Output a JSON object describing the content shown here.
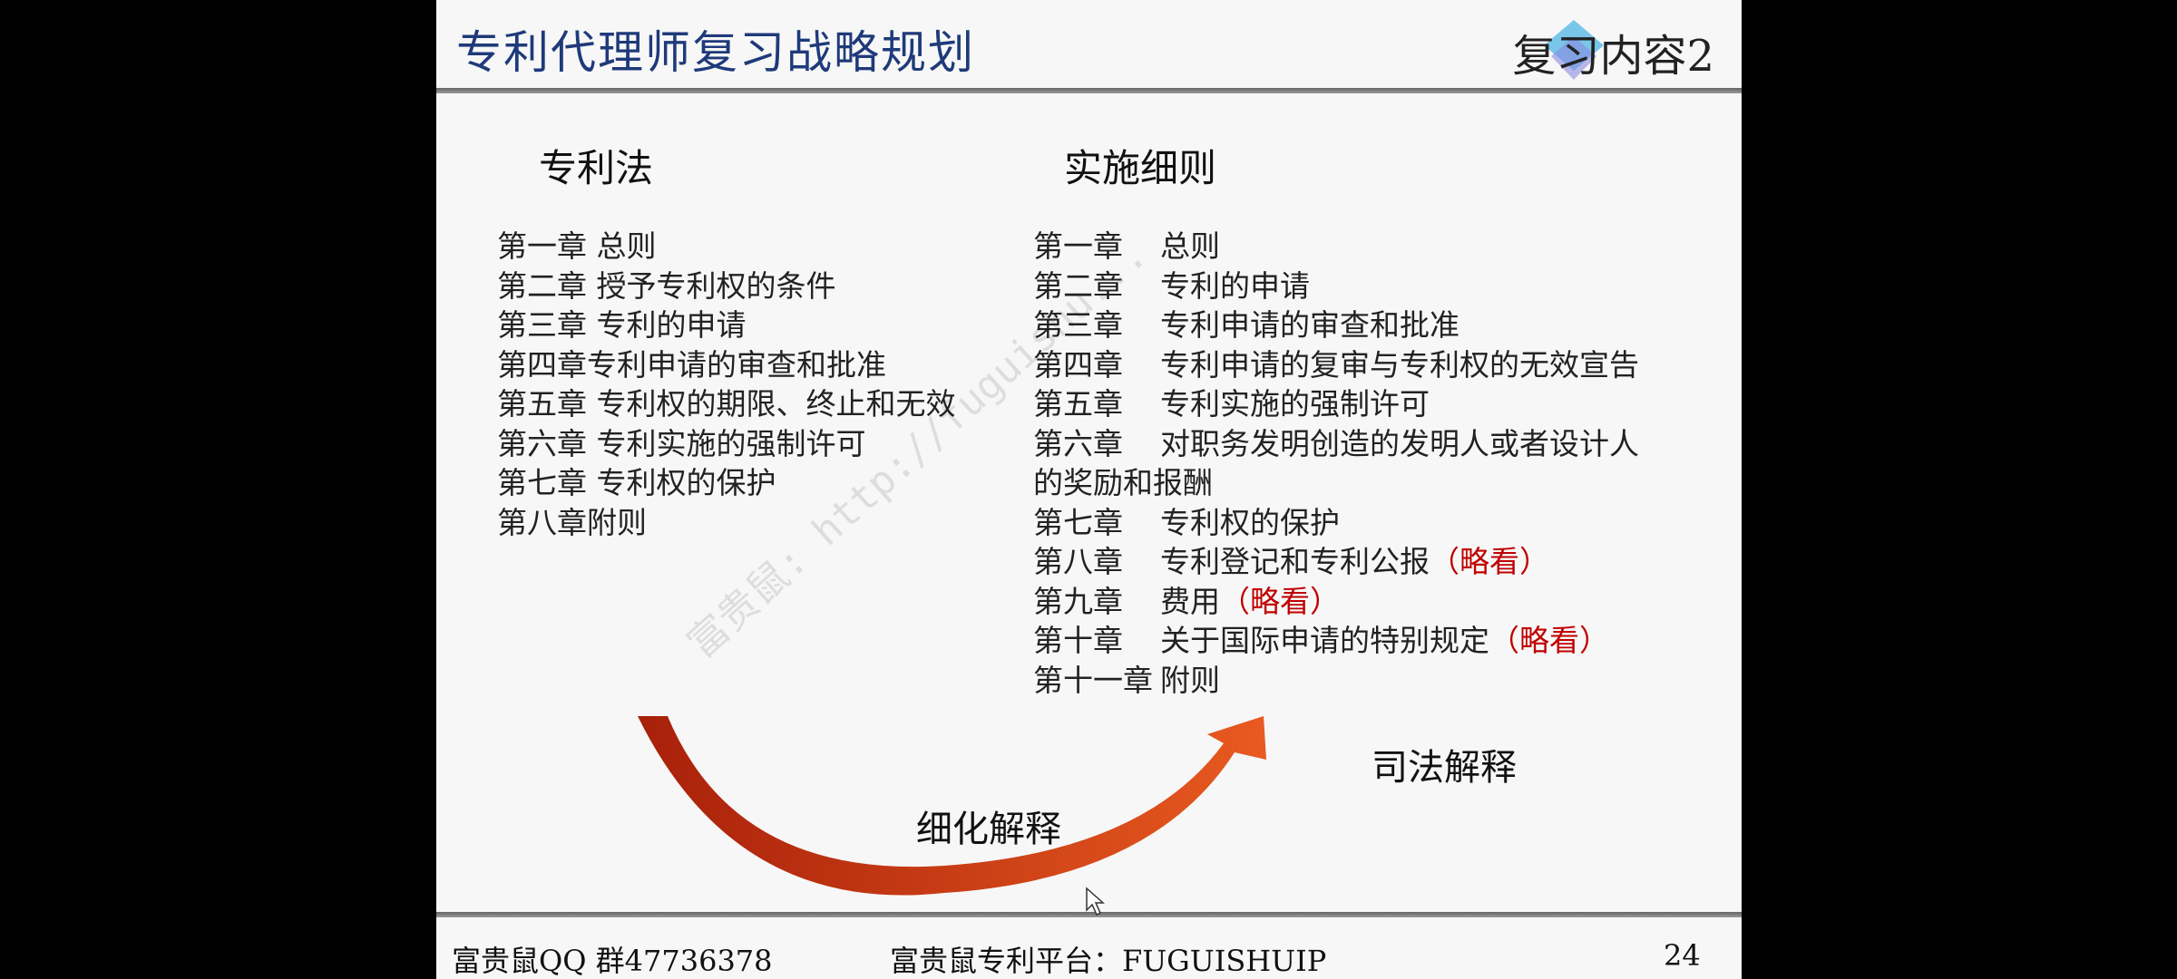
{
  "header": {
    "title": "专利代理师复习战略规划",
    "section": "复习内容2"
  },
  "left": {
    "heading": "专利法",
    "items": [
      "第一章 总则",
      "第二章 授予专利权的条件",
      "第三章 专利的申请",
      "第四章专利申请的审查和批准",
      "第五章 专利权的期限、终止和无效",
      "第六章 专利实施的强制许可",
      "第七章 专利权的保护",
      "第八章附则"
    ]
  },
  "right": {
    "heading": "实施细则",
    "items": [
      {
        "chapter": "第一章",
        "title": "总则",
        "note": ""
      },
      {
        "chapter": "第二章",
        "title": "专利的申请",
        "note": ""
      },
      {
        "chapter": "第三章",
        "title": "专利申请的审查和批准",
        "note": ""
      },
      {
        "chapter": "第四章",
        "title": "专利申请的复审与专利权的无效宣告",
        "note": ""
      },
      {
        "chapter": "第五章",
        "title": "专利实施的强制许可",
        "note": ""
      },
      {
        "chapter": "第六章",
        "title": "对职务发明创造的发明人或者设计人",
        "note": ""
      },
      {
        "chapter": "的奖励和报酬",
        "title": "",
        "note": ""
      },
      {
        "chapter": "第七章",
        "title": "专利权的保护",
        "note": ""
      },
      {
        "chapter": "第八章",
        "title": "专利登记和专利公报",
        "note": "（略看）"
      },
      {
        "chapter": "第九章",
        "title": "费用",
        "note": "（略看）"
      },
      {
        "chapter": "第十章",
        "title": "关于国际申请的特别规定",
        "note": "（略看）"
      },
      {
        "chapter": "第十一章",
        "title": "附则",
        "note": ""
      }
    ]
  },
  "arrow_label": "细化解释",
  "judicial": "司法解释",
  "watermark": "富贵鼠: http://fuguishu...",
  "footer": {
    "qq": "富贵鼠QQ 群47736378",
    "platform": "富贵鼠专利平台：FUGUISHUIP",
    "page": "24"
  }
}
